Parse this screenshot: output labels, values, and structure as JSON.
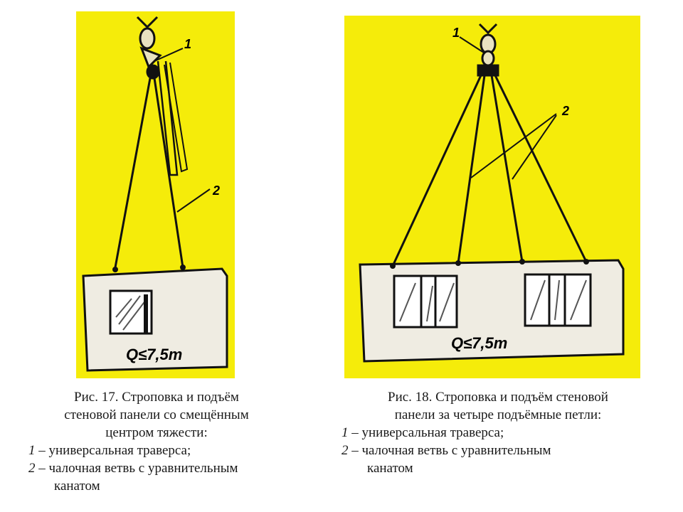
{
  "colors": {
    "background": "#f5ec0a",
    "panel": "#efece2",
    "ink": "#111111",
    "text": "#1a1a1a"
  },
  "figure17": {
    "label_1": "1",
    "label_2": "2",
    "load": "Q≤7,5т",
    "caption_lines": [
      "Рис. 17. Строповка и подъём",
      "стеновой панели со смещённым",
      "центром тяжести:"
    ],
    "legend": [
      {
        "num": "1",
        "text": " – универсальная траверса;",
        "cont": ""
      },
      {
        "num": "2",
        "text": " – чалочная ветвь с уравнительным",
        "cont": "канатом"
      }
    ]
  },
  "figure18": {
    "label_1": "1",
    "label_2": "2",
    "load": "Q≤7,5т",
    "caption_lines": [
      "Рис. 18. Строповка и подъём стеновой",
      "панели за четыре подъёмные петли:"
    ],
    "legend": [
      {
        "num": "1",
        "text": " – универсальная траверса;",
        "cont": ""
      },
      {
        "num": "2",
        "text": " – чалочная ветвь с уравнительным",
        "cont": "канатом"
      }
    ]
  }
}
